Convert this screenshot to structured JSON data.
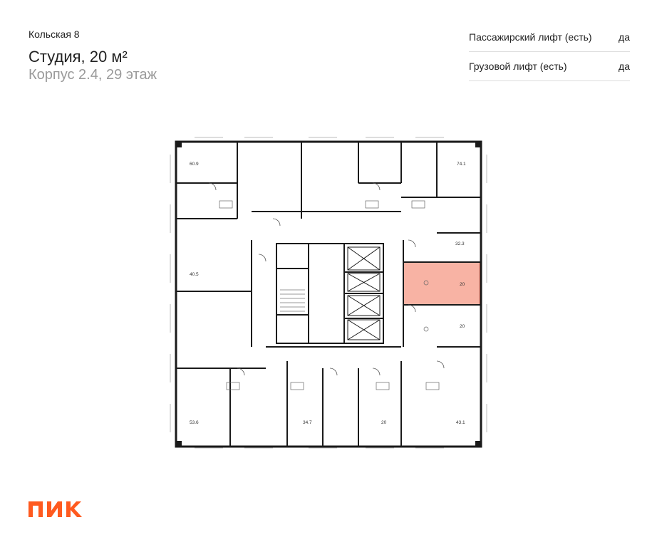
{
  "header": {
    "address": "Кольская 8",
    "title": "Студия, 20 м²",
    "subtitle": "Корпус 2.4, 29 этаж"
  },
  "features": [
    {
      "label": "Пассажирский лифт (есть)",
      "value": "да"
    },
    {
      "label": "Грузовой лифт (есть)",
      "value": "да"
    }
  ],
  "plan": {
    "highlight_color": "#f2755a",
    "apartment_areas": [
      "60.9",
      "74.1",
      "32.3",
      "40.5",
      "20",
      "20",
      "53.6",
      "34.7",
      "20",
      "43.1"
    ]
  },
  "brand": {
    "logo_text": "ПИК",
    "color": "#ff5a1f"
  }
}
